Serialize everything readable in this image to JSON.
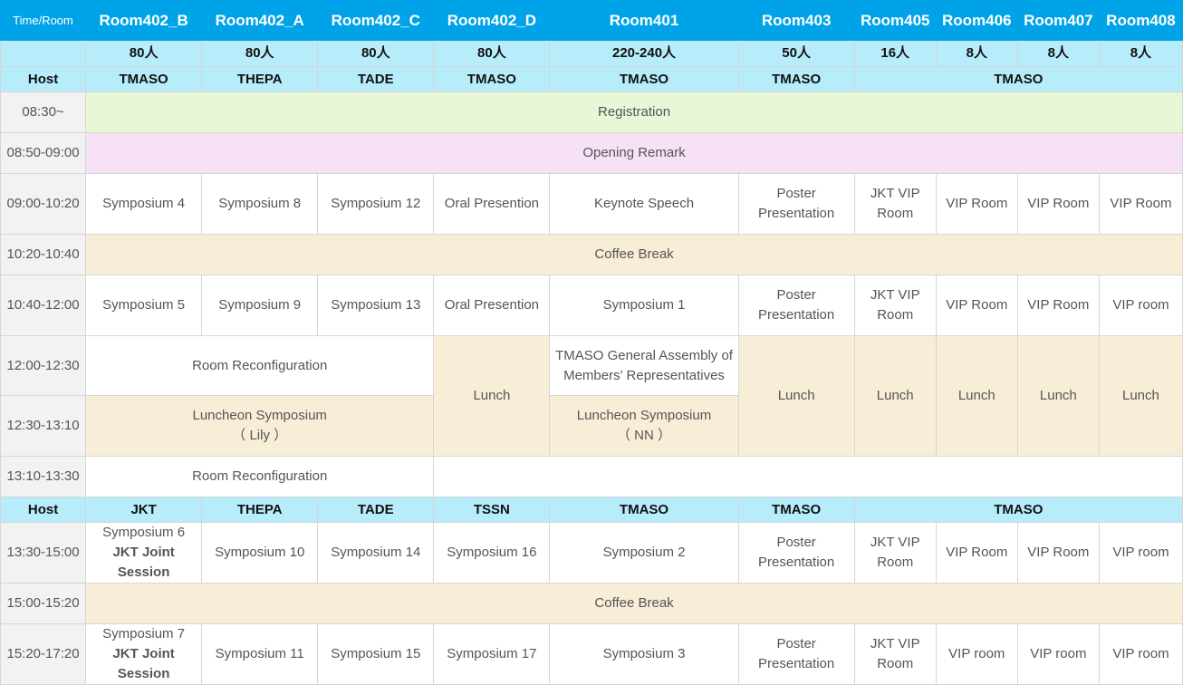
{
  "header": {
    "time_room": "Time/Room",
    "rooms": [
      "Room402_B",
      "Room402_A",
      "Room402_C",
      "Room402_D",
      "Room401",
      "Room403",
      "Room405",
      "Room406",
      "Room407",
      "Room408"
    ],
    "capacities": [
      "80人",
      "80人",
      "80人",
      "80人",
      "220-240人",
      "50人",
      "16人",
      "8人",
      "8人",
      "8人"
    ]
  },
  "host_row_1": {
    "label": "Host",
    "hosts": [
      "TMASO",
      "THEPA",
      "TADE",
      "TMASO",
      "TMASO",
      "TMASO",
      "TMASO"
    ]
  },
  "slots": {
    "t0830": "08:30~",
    "t0850": "08:50-09:00",
    "t0900": "09:00-10:20",
    "t1020": "10:20-10:40",
    "t1040": "10:40-12:00",
    "t1200": "12:00-12:30",
    "t1230": "12:30-13:10",
    "t1310": "13:10-13:30",
    "t1330": "13:30-15:00",
    "t1500": "15:00-15:20",
    "t1520": "15:20-17:20"
  },
  "sessions": {
    "registration": "Registration",
    "opening_remark": "Opening Remark",
    "coffee_break": "Coffee Break",
    "row0900": [
      "Symposium 4",
      "Symposium 8",
      "Symposium 12",
      "Oral Presention",
      "Keynote Speech",
      "Poster",
      "Presentation",
      "JKT VIP",
      "Room",
      "VIP Room",
      "VIP Room",
      "VIP Room"
    ],
    "row1040": [
      "Symposium 5",
      "Symposium 9",
      "Symposium 13",
      "Oral Presention",
      "Symposium 1",
      "Poster",
      "Presentation",
      "JKT VIP",
      "Room",
      "VIP Room",
      "VIP Room",
      "VIP room"
    ],
    "room_reconfiguration": "Room Reconfiguration",
    "general_assembly_1": "TMASO General Assembly of",
    "general_assembly_2": "Members’ Representatives",
    "lunch": "Lunch",
    "luncheon_lily_1": "Luncheon Symposium",
    "luncheon_lily_2": "（ Lily ）",
    "luncheon_nn_1": "Luncheon Symposium",
    "luncheon_nn_2": "（ NN ）",
    "row1330": [
      "Symposium 6",
      "JKT Joint Session",
      "Symposium 10",
      "Symposium 14",
      "Symposium 16",
      "Symposium 2",
      "Poster",
      "Presentation",
      "JKT VIP",
      "Room",
      "VIP Room",
      "VIP Room",
      "VIP room"
    ],
    "row1520": [
      "Symposium 7",
      "JKT Joint Session",
      "Symposium 11",
      "Symposium 15",
      "Symposium 17",
      "Symposium 3",
      "Poster",
      "Presentation",
      "JKT VIP",
      "Room",
      "VIP room",
      "VIP room",
      "VIP room"
    ]
  },
  "host_row_2": {
    "label": "Host",
    "hosts": [
      "JKT",
      "THEPA",
      "TADE",
      "TSSN",
      "TMASO",
      "TMASO",
      "TMASO"
    ]
  },
  "colors": {
    "header_blue": "#00a3e8",
    "light_blue": "#b7ecfb",
    "registration_green": "#e8f7d6",
    "opening_pink": "#f6e1f6",
    "break_tan": "#f8eed7",
    "break_text": "#a33a2a"
  }
}
